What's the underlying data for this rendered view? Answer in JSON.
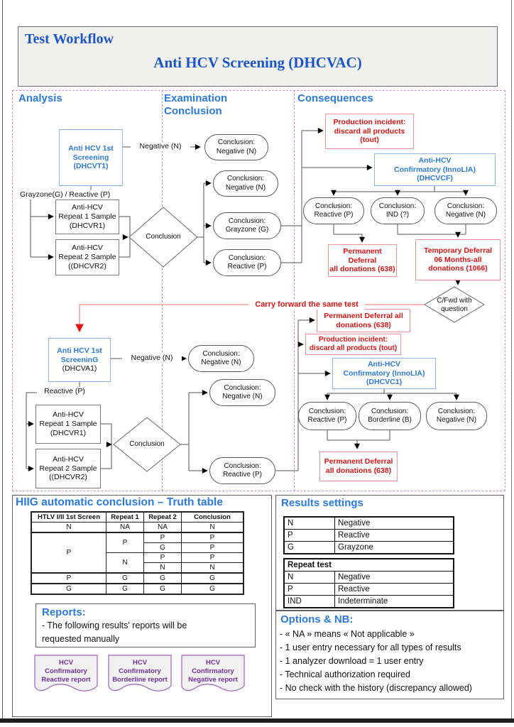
{
  "header": {
    "title": "Test Workflow",
    "subtitle": "Anti HCV Screening (DHCVAC)"
  },
  "flow": {
    "col1": "Analysis",
    "col2": "Examination\nConclusion",
    "col3": "Consequences",
    "nodes": {
      "dhcvt1": "Anti HCV 1st\nScreening\n(DHCVT1)",
      "r1a": "Anti-HCV\nRepeat 1 Sample\n(DHCVR1)",
      "r2a": "Anti-HCV\nRepeat 2 Sample\n((DHCVR2)",
      "d1": "Conclusion",
      "e1": "Conclusion:\nNegative (N)",
      "e2": "Conclusion:\nNegative (N)",
      "e3": "Conclusion:\nGrayzone (G)",
      "e4": "Conclusion:\nReactive (P)",
      "prod1": "Production incident:\ndiscard all products\n(tout)",
      "dhcvcf": "Anti-HCV\nConfirmatory (InnoLIA)\n(DHCVCF)",
      "e5": "Conclusion:\nReactive (P)",
      "e6": "Conclusion:\nIND (?)",
      "e7": "Conclusion:\nNegative (N)",
      "permdef1": "Permanent Deferral\nall donations (638)",
      "tempdef": "Temporary Deferral\n06 Months-all\ndonations (1066)",
      "cfwd": "C/Fwd with\nquestion",
      "dhcva1_title": "Anti HCV 1st\nScreeninG",
      "dhcva1_code": "(DHCVA1)",
      "e8": "Conclusion:\nNegative (N)",
      "r1b": "Anti-HCV\nRepeat 1 Sample\n(DHCVR1)",
      "r2b": "Anti-HCV\nRepeat 2 Sample\n((DHCVR2)",
      "d2": "Conclusion",
      "e9": "Conclusion:\nNegative (N)",
      "e10": "Conclusion:\nReactive (P)",
      "permdef2": "Permanent Deferral all\ndonations (638)",
      "prod2": "Production incident:\ndiscard all products (tout)",
      "dhcvc1": "Anti-HCV\nConfirmatory (InnoLIA)\n(DHCVC1)",
      "e11": "Conclusion:\nReactive (P)",
      "e12": "Conclusion:\nBorderline (B)",
      "e13": "Conclusion:\nNegative (N)",
      "permdef3": "Permanent Deferral\nall donations (638)"
    },
    "labels": {
      "neg1": "Negative (N)",
      "gray_reactive": "Grayzone(G) / Reactive (P)",
      "neg2": "Negative (N)",
      "reactive": "Reactive (P)",
      "carry": "Carry forward the same test"
    }
  },
  "truth_table": {
    "title": "HIIG automatic conclusion – Truth table",
    "headers": [
      "HTLV I/II 1st Screen",
      "Repeat 1",
      "Repeat 2",
      "Conclusion"
    ],
    "r1": [
      "N",
      "NA",
      "NA",
      "N"
    ],
    "screen_p": "P",
    "rep1_p": "P",
    "rep1_n": "N",
    "r2": [
      "P",
      "P"
    ],
    "r3": [
      "G",
      "P"
    ],
    "r4": [
      "P",
      "P"
    ],
    "r5": [
      "N",
      "N"
    ],
    "r6": [
      "P",
      "G",
      "G",
      "G"
    ],
    "r7": [
      "G",
      "G",
      "G",
      "G"
    ]
  },
  "results_settings": {
    "title": "Results settings",
    "t1r1": [
      "N",
      "Negative"
    ],
    "t1r2": [
      "P",
      "Reactive"
    ],
    "t1r3": [
      "G",
      "Grayzone"
    ],
    "repeat_header": "Repeat test",
    "t2r1": [
      "N",
      "Negative"
    ],
    "t2r2": [
      "P",
      "Reactive"
    ],
    "t2r3": [
      "IND",
      "Indeterminate"
    ]
  },
  "reports": {
    "title": "Reports:",
    "note": "- The following results' reports will be\nrequested manually",
    "doc1": "HCV\nConfirmatory\nReactive report",
    "doc2": "HCV\nConfirmatory\nBorderline report",
    "doc3": "HCV\nConfirmatory\nNegative report"
  },
  "options": {
    "title": "Options & NB:",
    "item1": "- « NA » means « Not applicable »",
    "item2": "- 1 user entry necessary for all types of results",
    "item3": "- 1 analyzer download = 1 user entry",
    "item4": "- Technical authorization required",
    "item5": "- No check with the history (discrepancy allowed)"
  }
}
